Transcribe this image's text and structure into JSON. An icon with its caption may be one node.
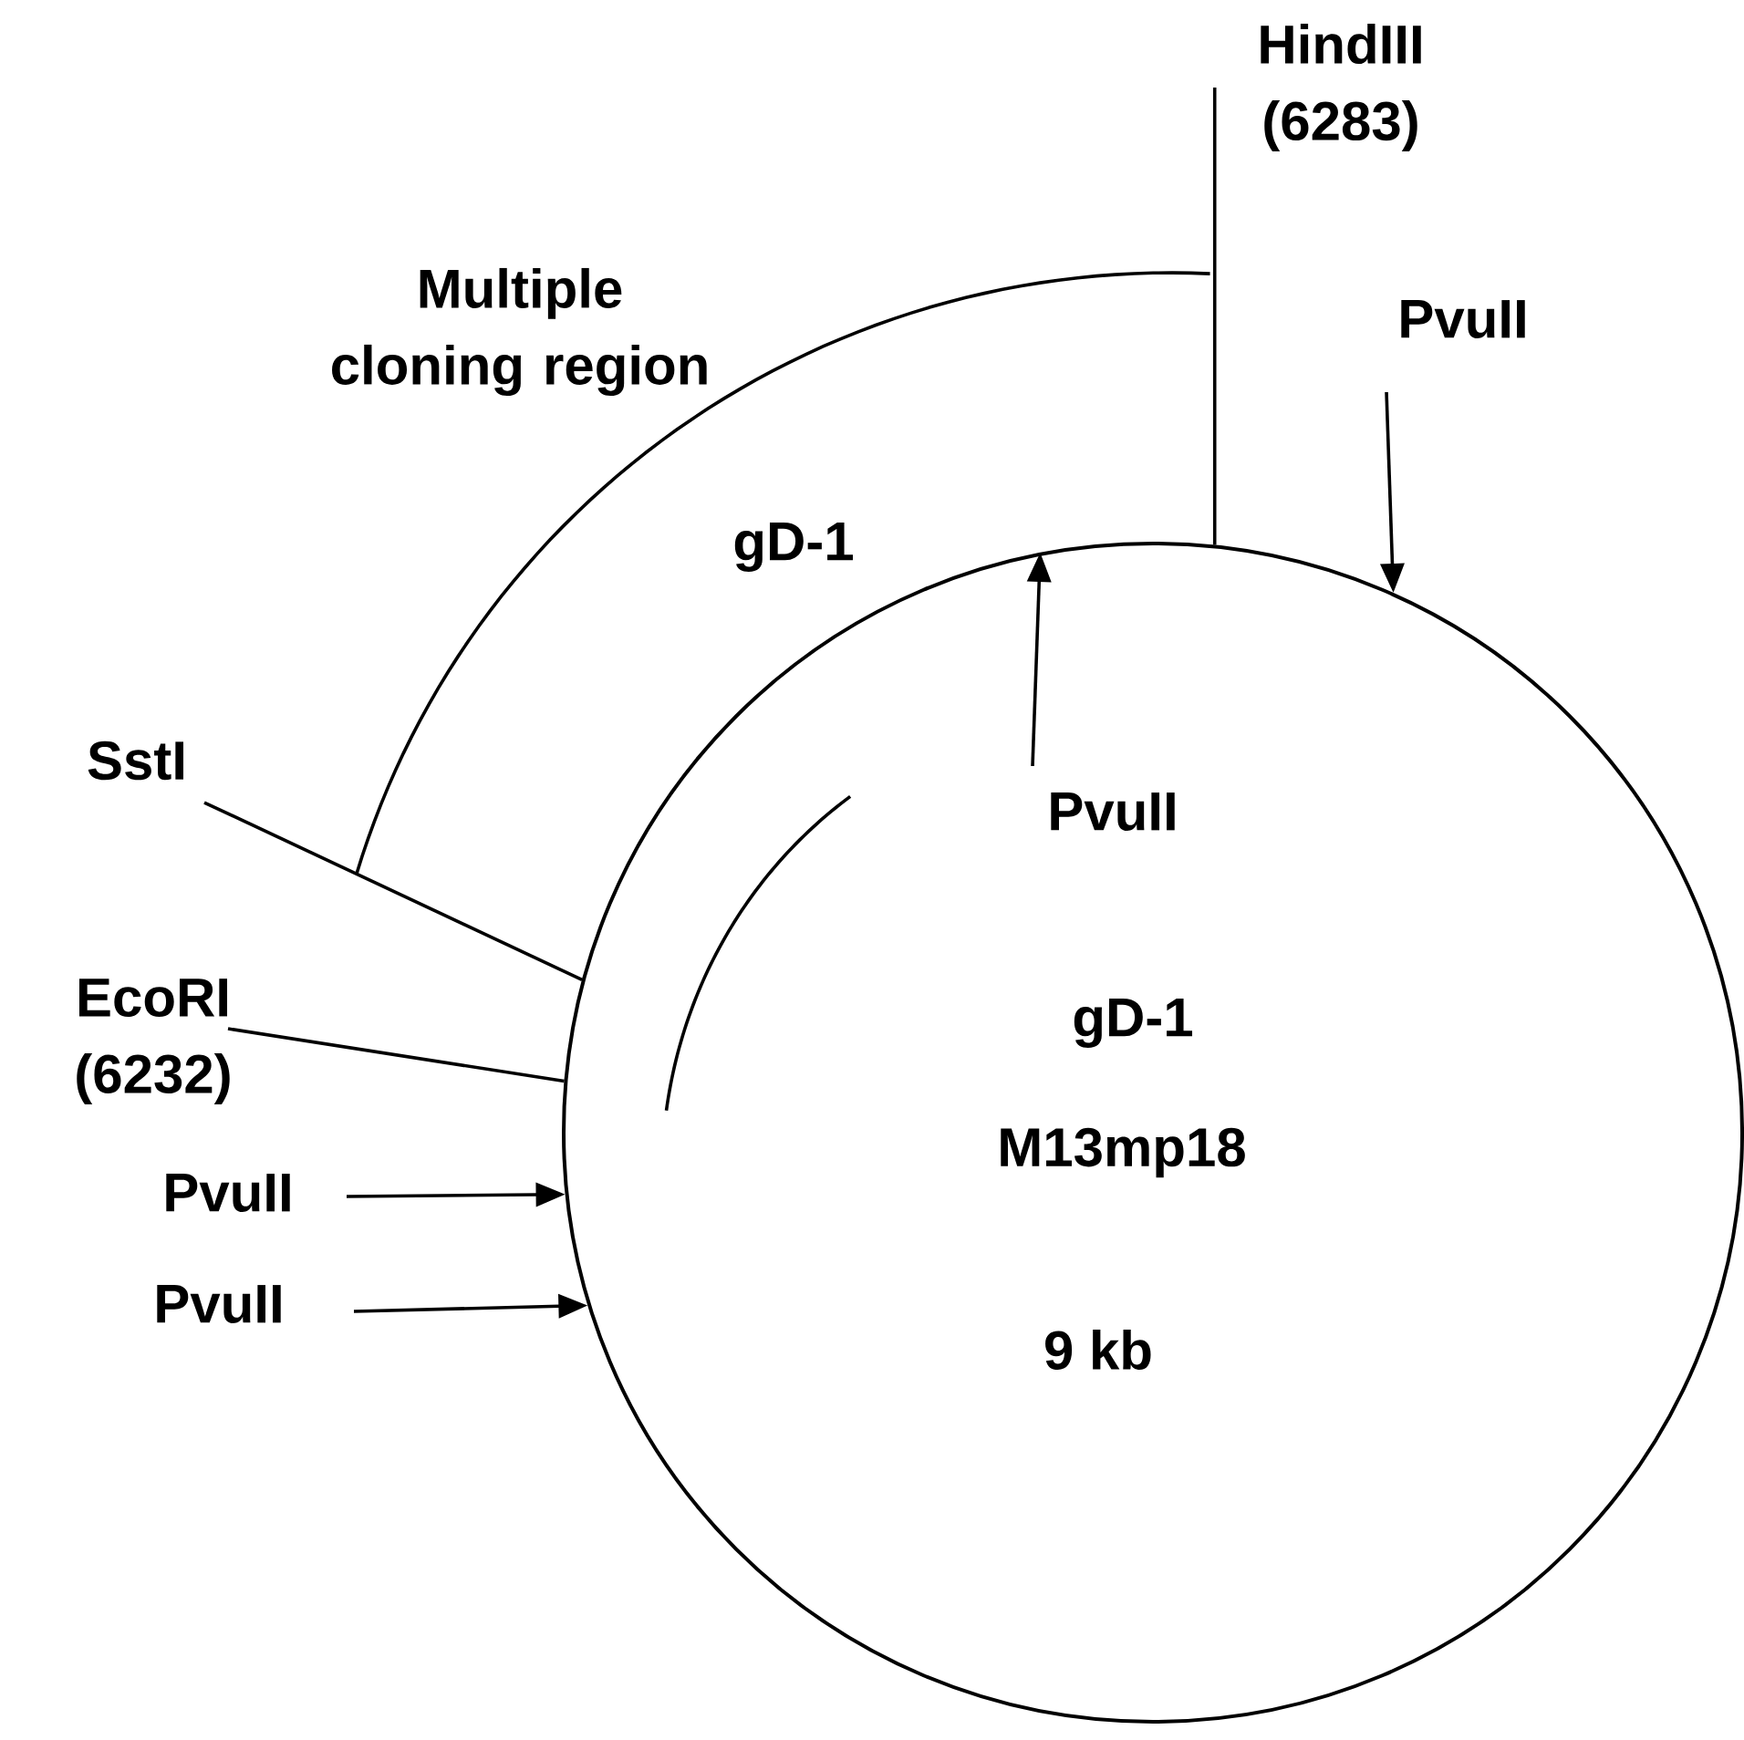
{
  "diagram": {
    "nodes": [
      {
        "text": [
          "gD-1",
          "M13mp18",
          "9 kb"
        ]
      },
      {
        "text": [
          "HindIII (6283)"
        ]
      },
      {
        "text": [
          "PvuII"
        ]
      },
      {
        "text": [
          "SstI"
        ]
      },
      {
        "text": [
          "PvuII"
        ],
        "in": 0
      },
      {
        "text": [
          "EcoRI (6232)"
        ]
      },
      {
        "text": [
          "PvuII"
        ]
      },
      {
        "text": [
          "PvuII"
        ]
      }
    ],
    "edges": [
      {
        "from": 1,
        "to": 0,
        "arrow": "none"
      },
      {
        "from": 2,
        "to": 0,
        "arrow": "to"
      },
      {
        "from": 3,
        "to": 0,
        "arrow": "none"
      },
      {
        "from": 4,
        "to": 0,
        "arrow": "to"
      },
      {
        "from": 5,
        "to": 0,
        "arrow": "none"
      },
      {
        "from": 6,
        "to": 0,
        "arrow": "to"
      },
      {
        "from": 7,
        "to": 0,
        "arrow": "to"
      }
    ],
    "labels": [
      "Multiple cloning region",
      "gD-1"
    ]
  }
}
